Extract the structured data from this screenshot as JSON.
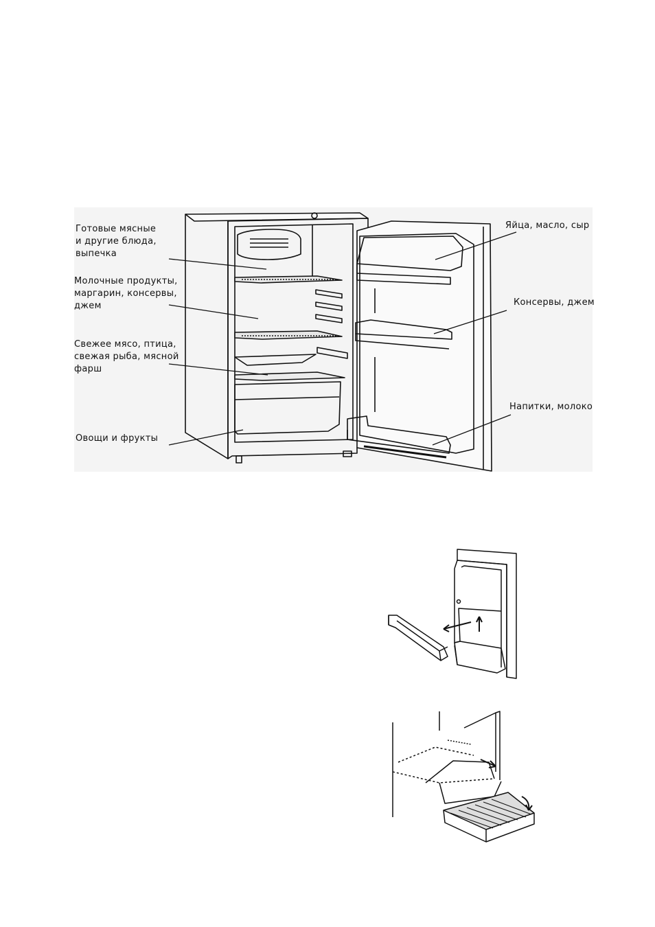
{
  "fridge_diagram": {
    "labels_left": [
      {
        "lines": [
          "Готовые мясные",
          "и другие блюда,",
          "выпечка"
        ]
      },
      {
        "lines": [
          "Молочные продукты,",
          "маргарин, консервы,",
          "джем"
        ]
      },
      {
        "lines": [
          "Свежее мясо, птица,",
          "свежая рыба, мясной",
          "фарш"
        ]
      },
      {
        "lines": [
          "Овощи и фрукты"
        ]
      }
    ],
    "labels_right": [
      {
        "lines": [
          "Яйца, масло, сыр"
        ]
      },
      {
        "lines": [
          "Консервы, джем"
        ]
      },
      {
        "lines": [
          "Напитки, молоко"
        ]
      }
    ]
  }
}
